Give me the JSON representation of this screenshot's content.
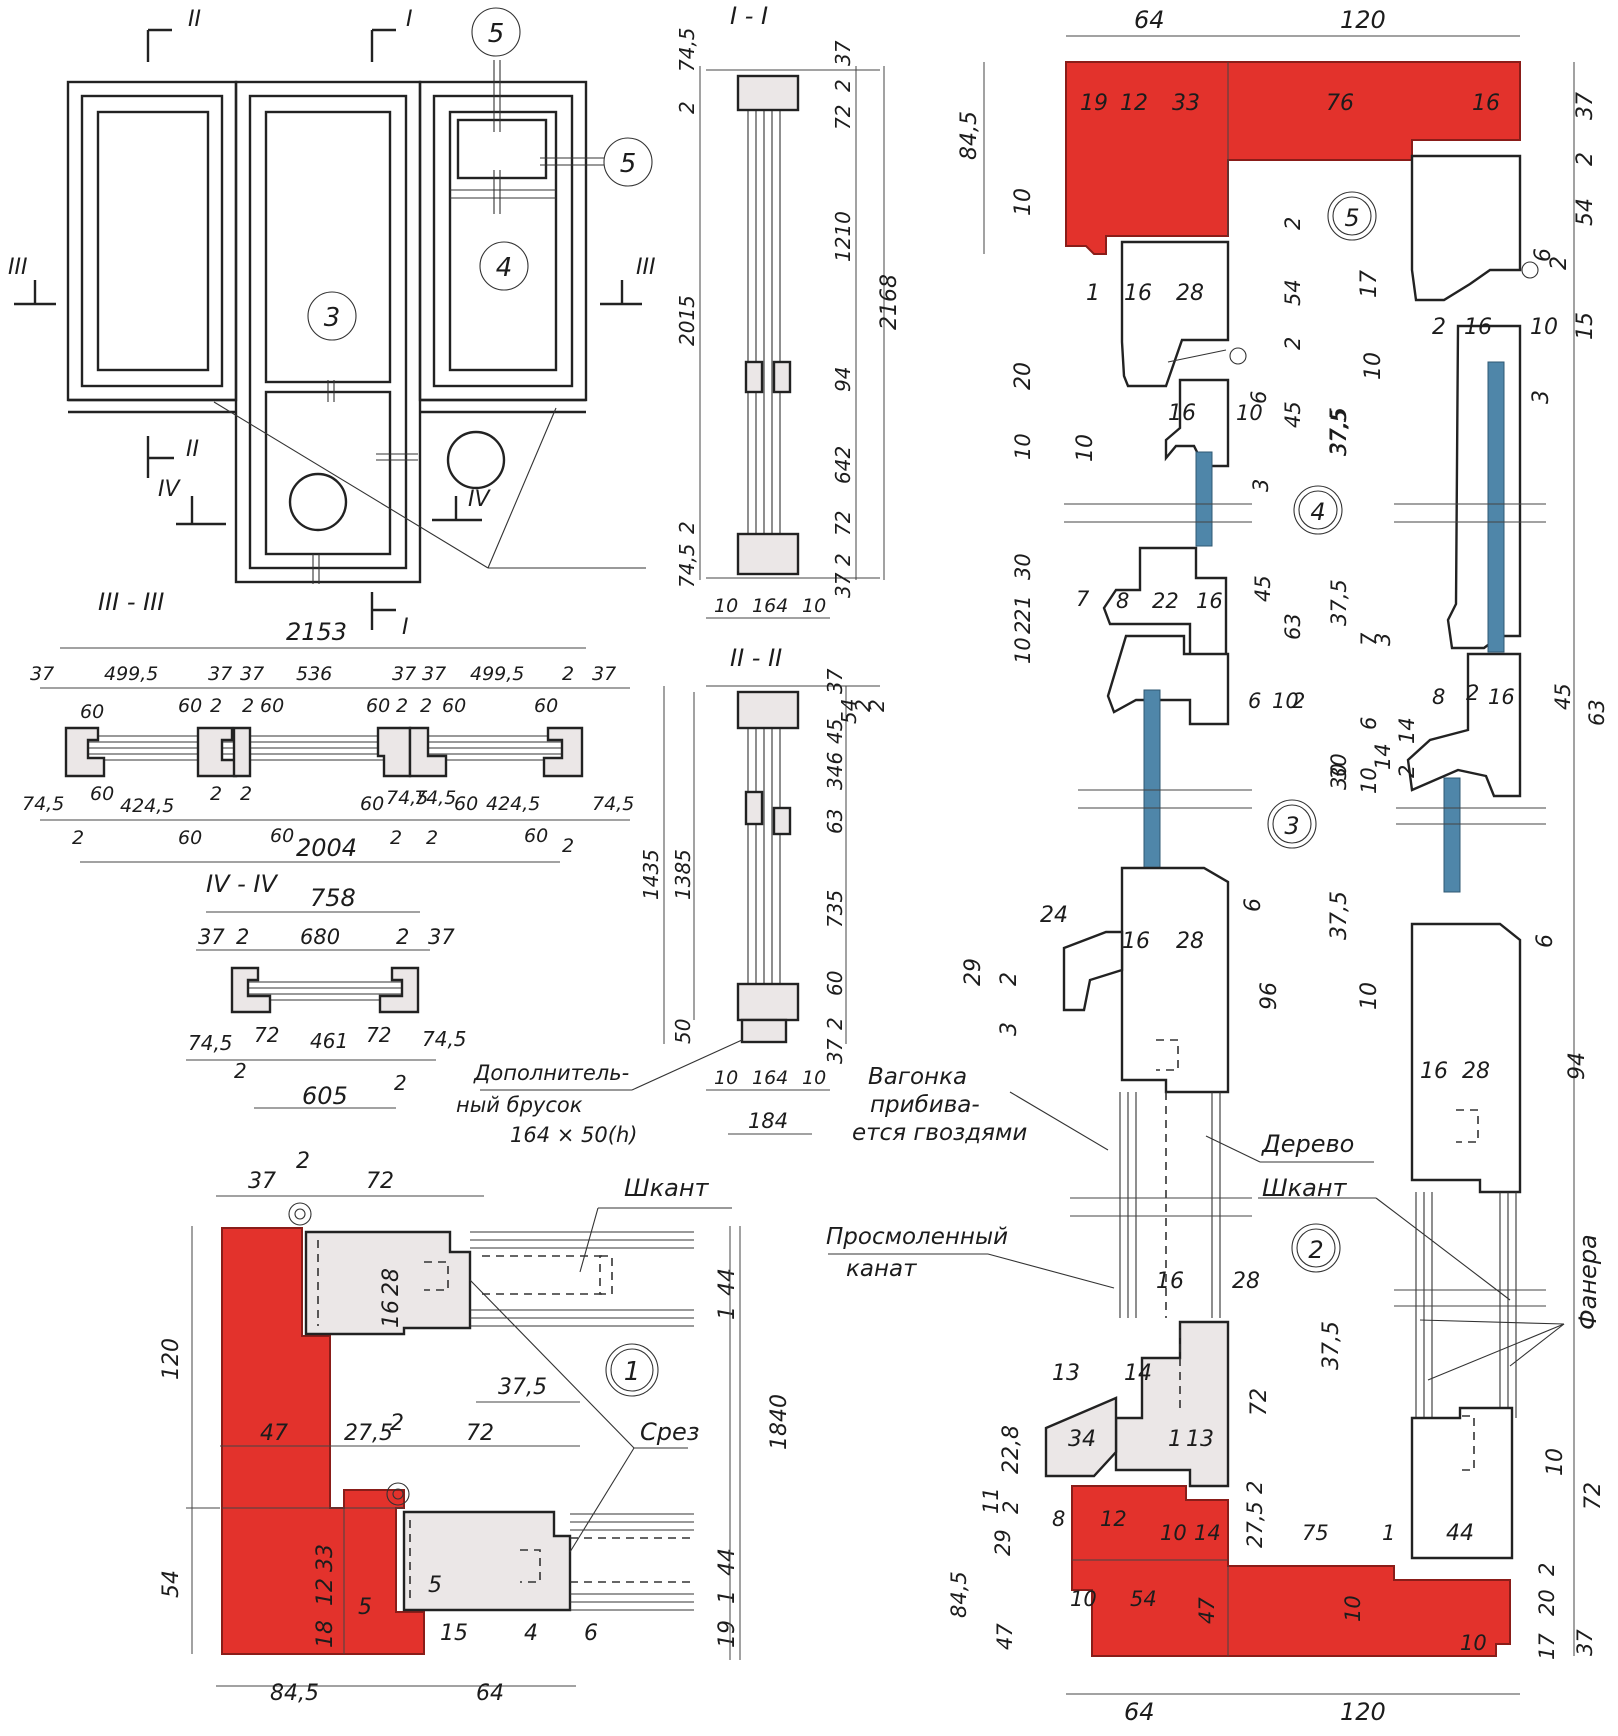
{
  "colors": {
    "masonry": "#e3322c",
    "timber_section": "#ebe7e7",
    "glass": "#4f86a9",
    "line": "#222222"
  },
  "plan": {
    "section_marks": [
      "II",
      "I",
      "III",
      "III",
      "II",
      "IV",
      "IV",
      "I"
    ],
    "callouts": [
      "5",
      "5",
      "4",
      "3"
    ]
  },
  "section_3_3": {
    "title": "III - III",
    "overall_top": "2153",
    "top_dims": [
      "37",
      "499,5",
      "37",
      "37",
      "536",
      "37",
      "37",
      "499,5",
      "2",
      "37"
    ],
    "second_row": [
      "60",
      "60",
      "2",
      "2",
      "60",
      "60",
      "2",
      "2",
      "60",
      "60"
    ],
    "bottom_row": [
      "74,5",
      "60",
      "424,5",
      "2",
      "2",
      "60",
      "74,5",
      "74,5",
      "60",
      "424,5",
      "74,5"
    ],
    "bottom_small": [
      "2",
      "60",
      "60",
      "2",
      "2",
      "60",
      "2"
    ],
    "overall_bottom": "2004"
  },
  "section_4_4": {
    "title": "IV - IV",
    "overall_top": "758",
    "top_dims": [
      "37",
      "2",
      "680",
      "2",
      "37"
    ],
    "bottom_row": [
      "74,5",
      "72",
      "461",
      "72",
      "74,5"
    ],
    "bottom_small": [
      "2",
      "2"
    ],
    "overall_bottom": "605"
  },
  "section_1_1": {
    "title": "I - I",
    "left_dims": [
      "74,5",
      "2",
      "2015",
      "2",
      "74,5"
    ],
    "right_dims": [
      "37",
      "2",
      "72",
      "1210",
      "94",
      "642",
      "72",
      "2",
      "37"
    ],
    "overall": "2168",
    "bottom_dims": [
      "10",
      "164",
      "10"
    ]
  },
  "section_2_2": {
    "title": "II - II",
    "left_dims": [
      "1435",
      "1385",
      "50"
    ],
    "right_dims": [
      "37",
      "45",
      "54",
      "2",
      "2",
      "346",
      "63",
      "735",
      "60",
      "2",
      "37"
    ],
    "bottom_dims": [
      "10",
      "164",
      "10"
    ],
    "bottom_total": "184",
    "note": "Дополнитель-\nный брусок\n164 × 50(h)"
  },
  "detail_1": {
    "number": "1",
    "top_dims": [
      "37",
      "2",
      "72"
    ],
    "left_dims": [
      "120",
      "54"
    ],
    "right_dims": [
      "44",
      "1",
      "1840",
      "44",
      "1",
      "19"
    ],
    "inner_labels": [
      "28",
      "16",
      "37,5",
      "47",
      "27,5",
      "2",
      "72",
      "33",
      "12",
      "18",
      "5",
      "5",
      "15",
      "4",
      "6"
    ],
    "bottom_dims": [
      "84,5",
      "64"
    ],
    "annotations": [
      "Шкант",
      "Срез"
    ]
  },
  "detail_right": {
    "top_dims": [
      "64",
      "120"
    ],
    "masonry_top_labels": [
      "19",
      "12",
      "33",
      "76",
      "16"
    ],
    "left_dims": [
      "84,5",
      "10",
      "1",
      "16",
      "28",
      "20",
      "16",
      "10"
    ],
    "right_col_dims": [
      "37",
      "2",
      "54",
      "2",
      "6",
      "17",
      "15",
      "10",
      "3",
      "37,5",
      "2",
      "16",
      "10"
    ],
    "callouts": [
      "5",
      "4",
      "3",
      "2"
    ],
    "mid_labels": [
      "2",
      "54",
      "2",
      "45",
      "6",
      "10",
      "37,5",
      "3",
      "10",
      "7",
      "8",
      "22",
      "16",
      "30",
      "21",
      "10",
      "2",
      "45",
      "63",
      "37,5",
      "6",
      "10",
      "2",
      "7",
      "3",
      "8",
      "2",
      "16",
      "45",
      "63",
      "30",
      "10",
      "14",
      "6",
      "14",
      "2",
      "30"
    ],
    "lower_labels": [
      "24",
      "16",
      "28",
      "29",
      "2",
      "3",
      "6",
      "96",
      "37,5",
      "6",
      "10",
      "94",
      "16",
      "28",
      "16",
      "28",
      "13",
      "14",
      "34",
      "22,8",
      "1",
      "13",
      "72",
      "37,5",
      "10",
      "72",
      "44"
    ],
    "sill_labels": [
      "11",
      "2",
      "8",
      "12",
      "10",
      "14",
      "27,5",
      "2",
      "75",
      "1",
      "29",
      "84,5",
      "10",
      "54",
      "47",
      "10",
      "2",
      "20",
      "37",
      "47",
      "17",
      "10"
    ],
    "bottom_dims": [
      "64",
      "120"
    ],
    "annotations": [
      "Вагонка\nприбива-\nется гвоздями",
      "Дерево",
      "Шкант",
      "Просмоленный\nканат",
      "Фанера"
    ]
  }
}
